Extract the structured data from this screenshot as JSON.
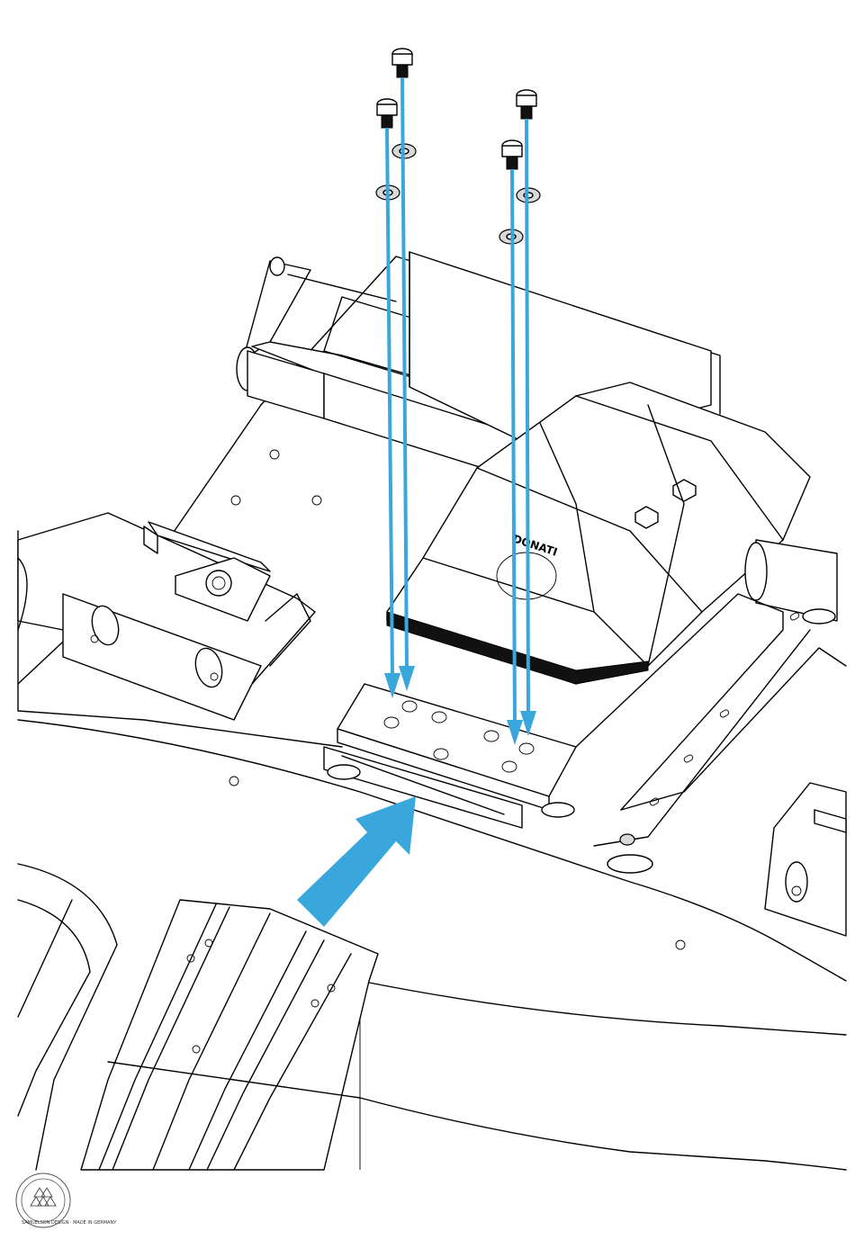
{
  "brand_label": "DONATI",
  "seal_text": "SAMUELSON DESIGN · MADE IN GERMANY",
  "colors": {
    "arrow": "#3aa7dc",
    "line": "#000000",
    "background": "#ffffff"
  },
  "icons": [
    "screw-icon",
    "washer-icon",
    "insert-arrow-icon",
    "seal-logo"
  ]
}
